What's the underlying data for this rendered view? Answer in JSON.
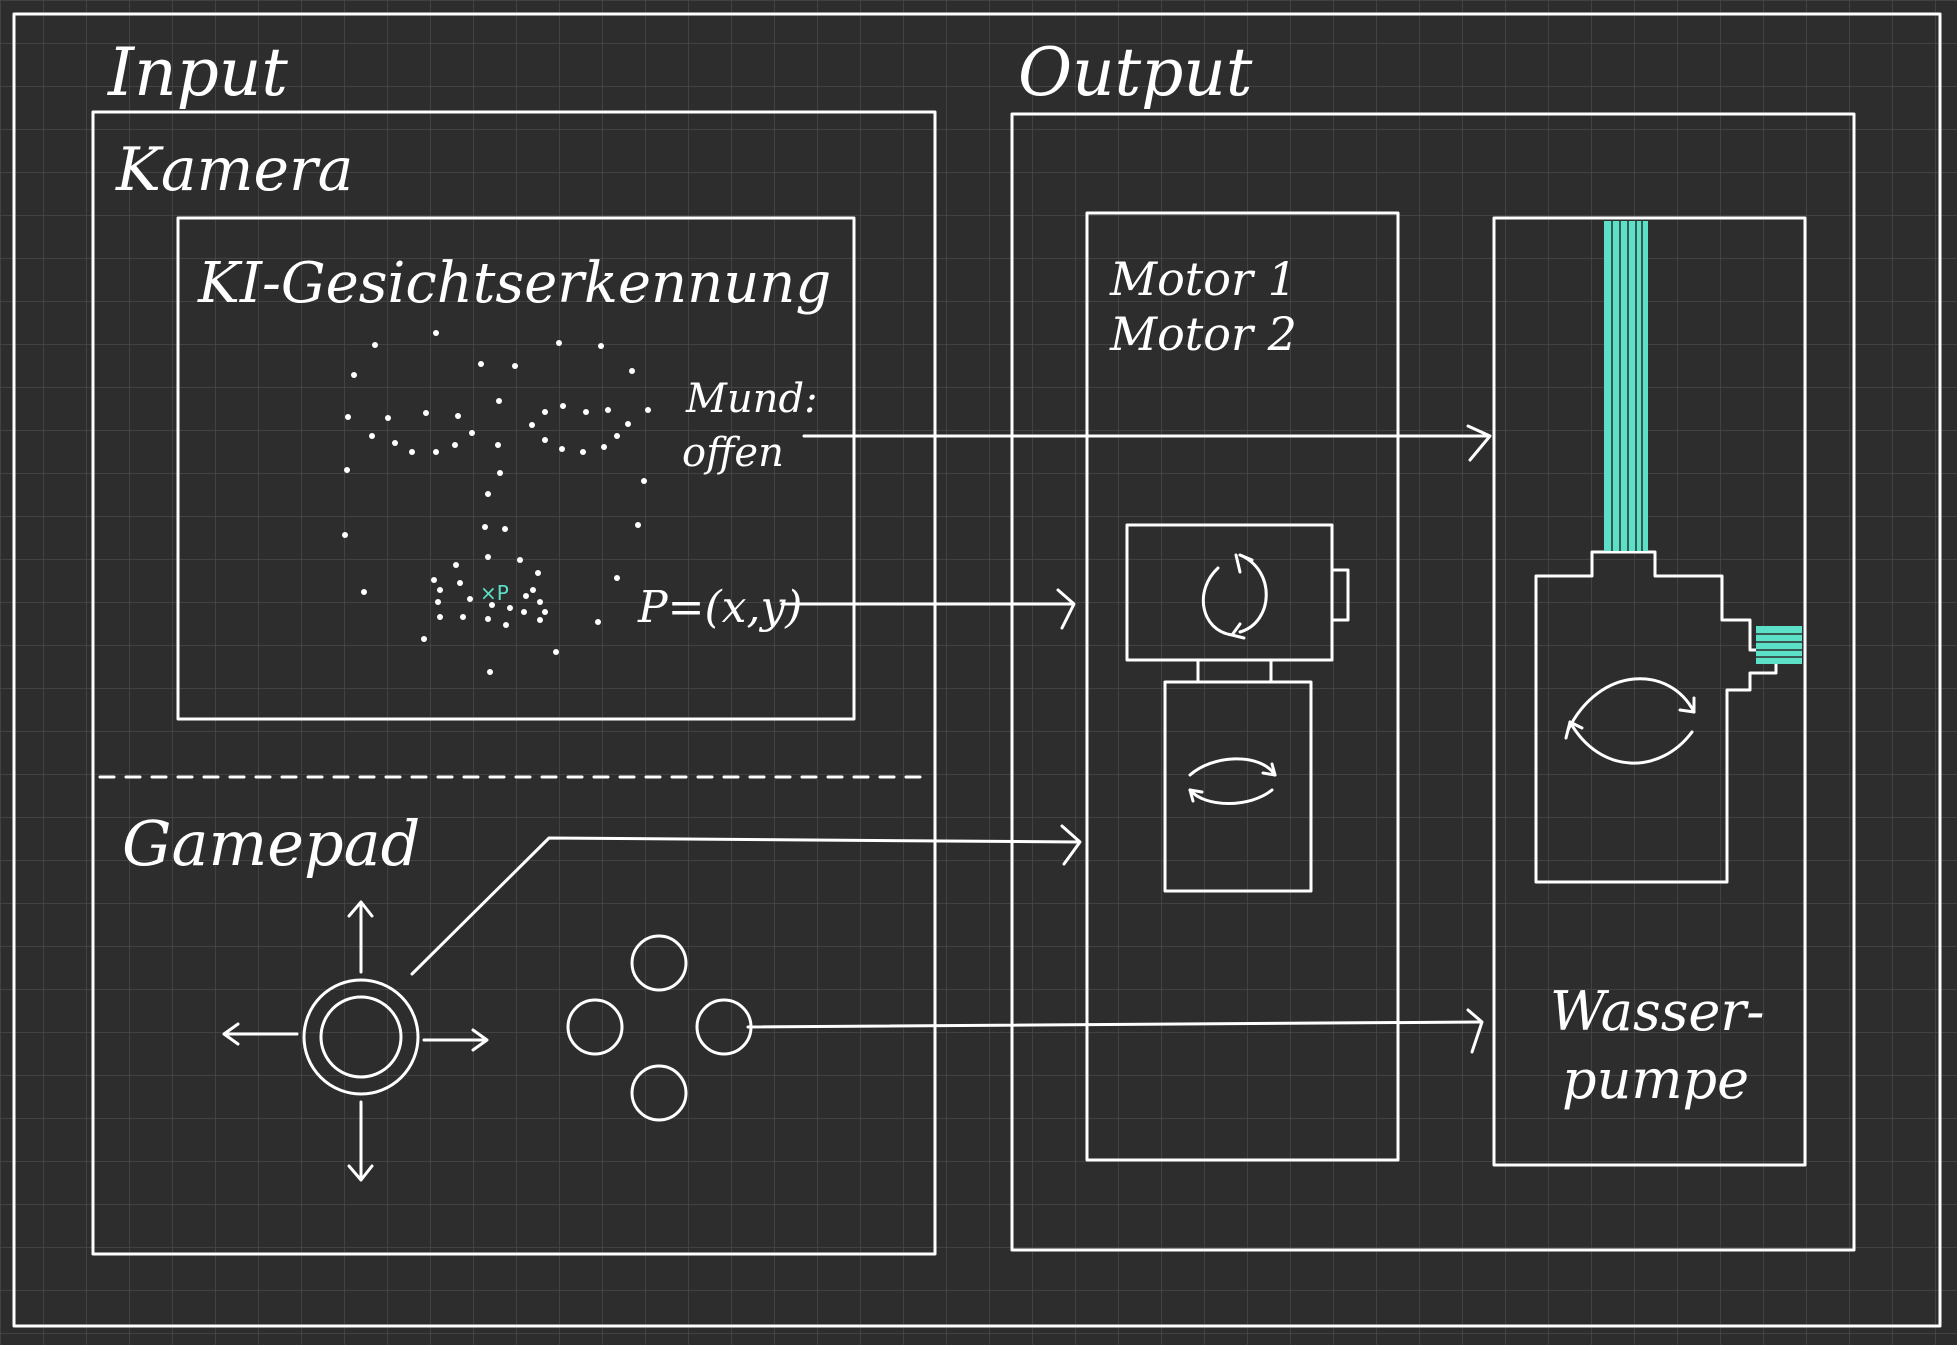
{
  "colors": {
    "background": "#2d2d2d",
    "grid": "#4a4a4a",
    "stroke": "#ffffff",
    "accent": "#5ce0c8"
  },
  "labels": {
    "input": "Input",
    "output": "Output",
    "kamera": "Kamera",
    "ki": "KI-Gesichtserkennung",
    "mund_line1": "Mund:",
    "mund_line2": "offen",
    "point_marker": "×P",
    "point_formula": "P=(x,y)",
    "gamepad": "Gamepad",
    "motor1": "Motor 1",
    "motor2": "Motor 2",
    "wasser_line1": "Wasser-",
    "wasser_line2": "pumpe"
  },
  "icons": {
    "joystick": "joystick-icon",
    "buttons": "gamepad-buttons-icon",
    "motor_top": "rotate-icon",
    "motor_bottom": "rotate-icon",
    "pump": "pump-icon"
  }
}
